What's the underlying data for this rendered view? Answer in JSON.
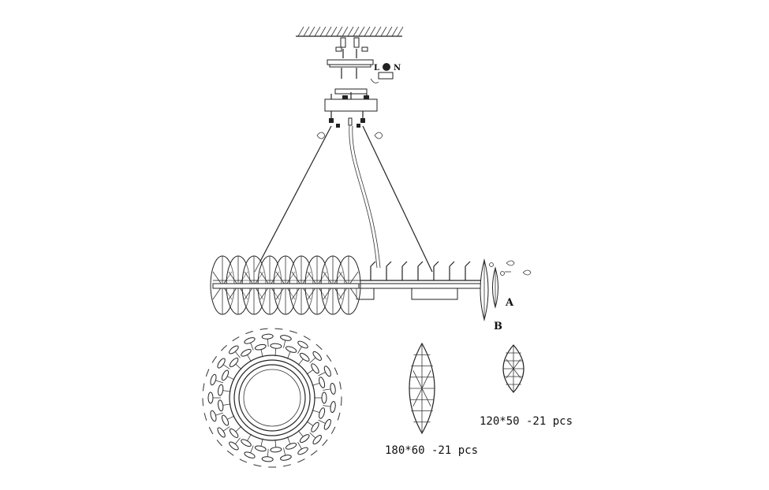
{
  "wiring": {
    "live_label": "L",
    "neutral_label": "N"
  },
  "parts": {
    "a": {
      "label": "A",
      "spec": "120*50 -21 pcs"
    },
    "b": {
      "label": "B",
      "spec": "180*60 -21 pcs"
    }
  },
  "colors": {
    "line": "#222222",
    "background": "#ffffff"
  }
}
